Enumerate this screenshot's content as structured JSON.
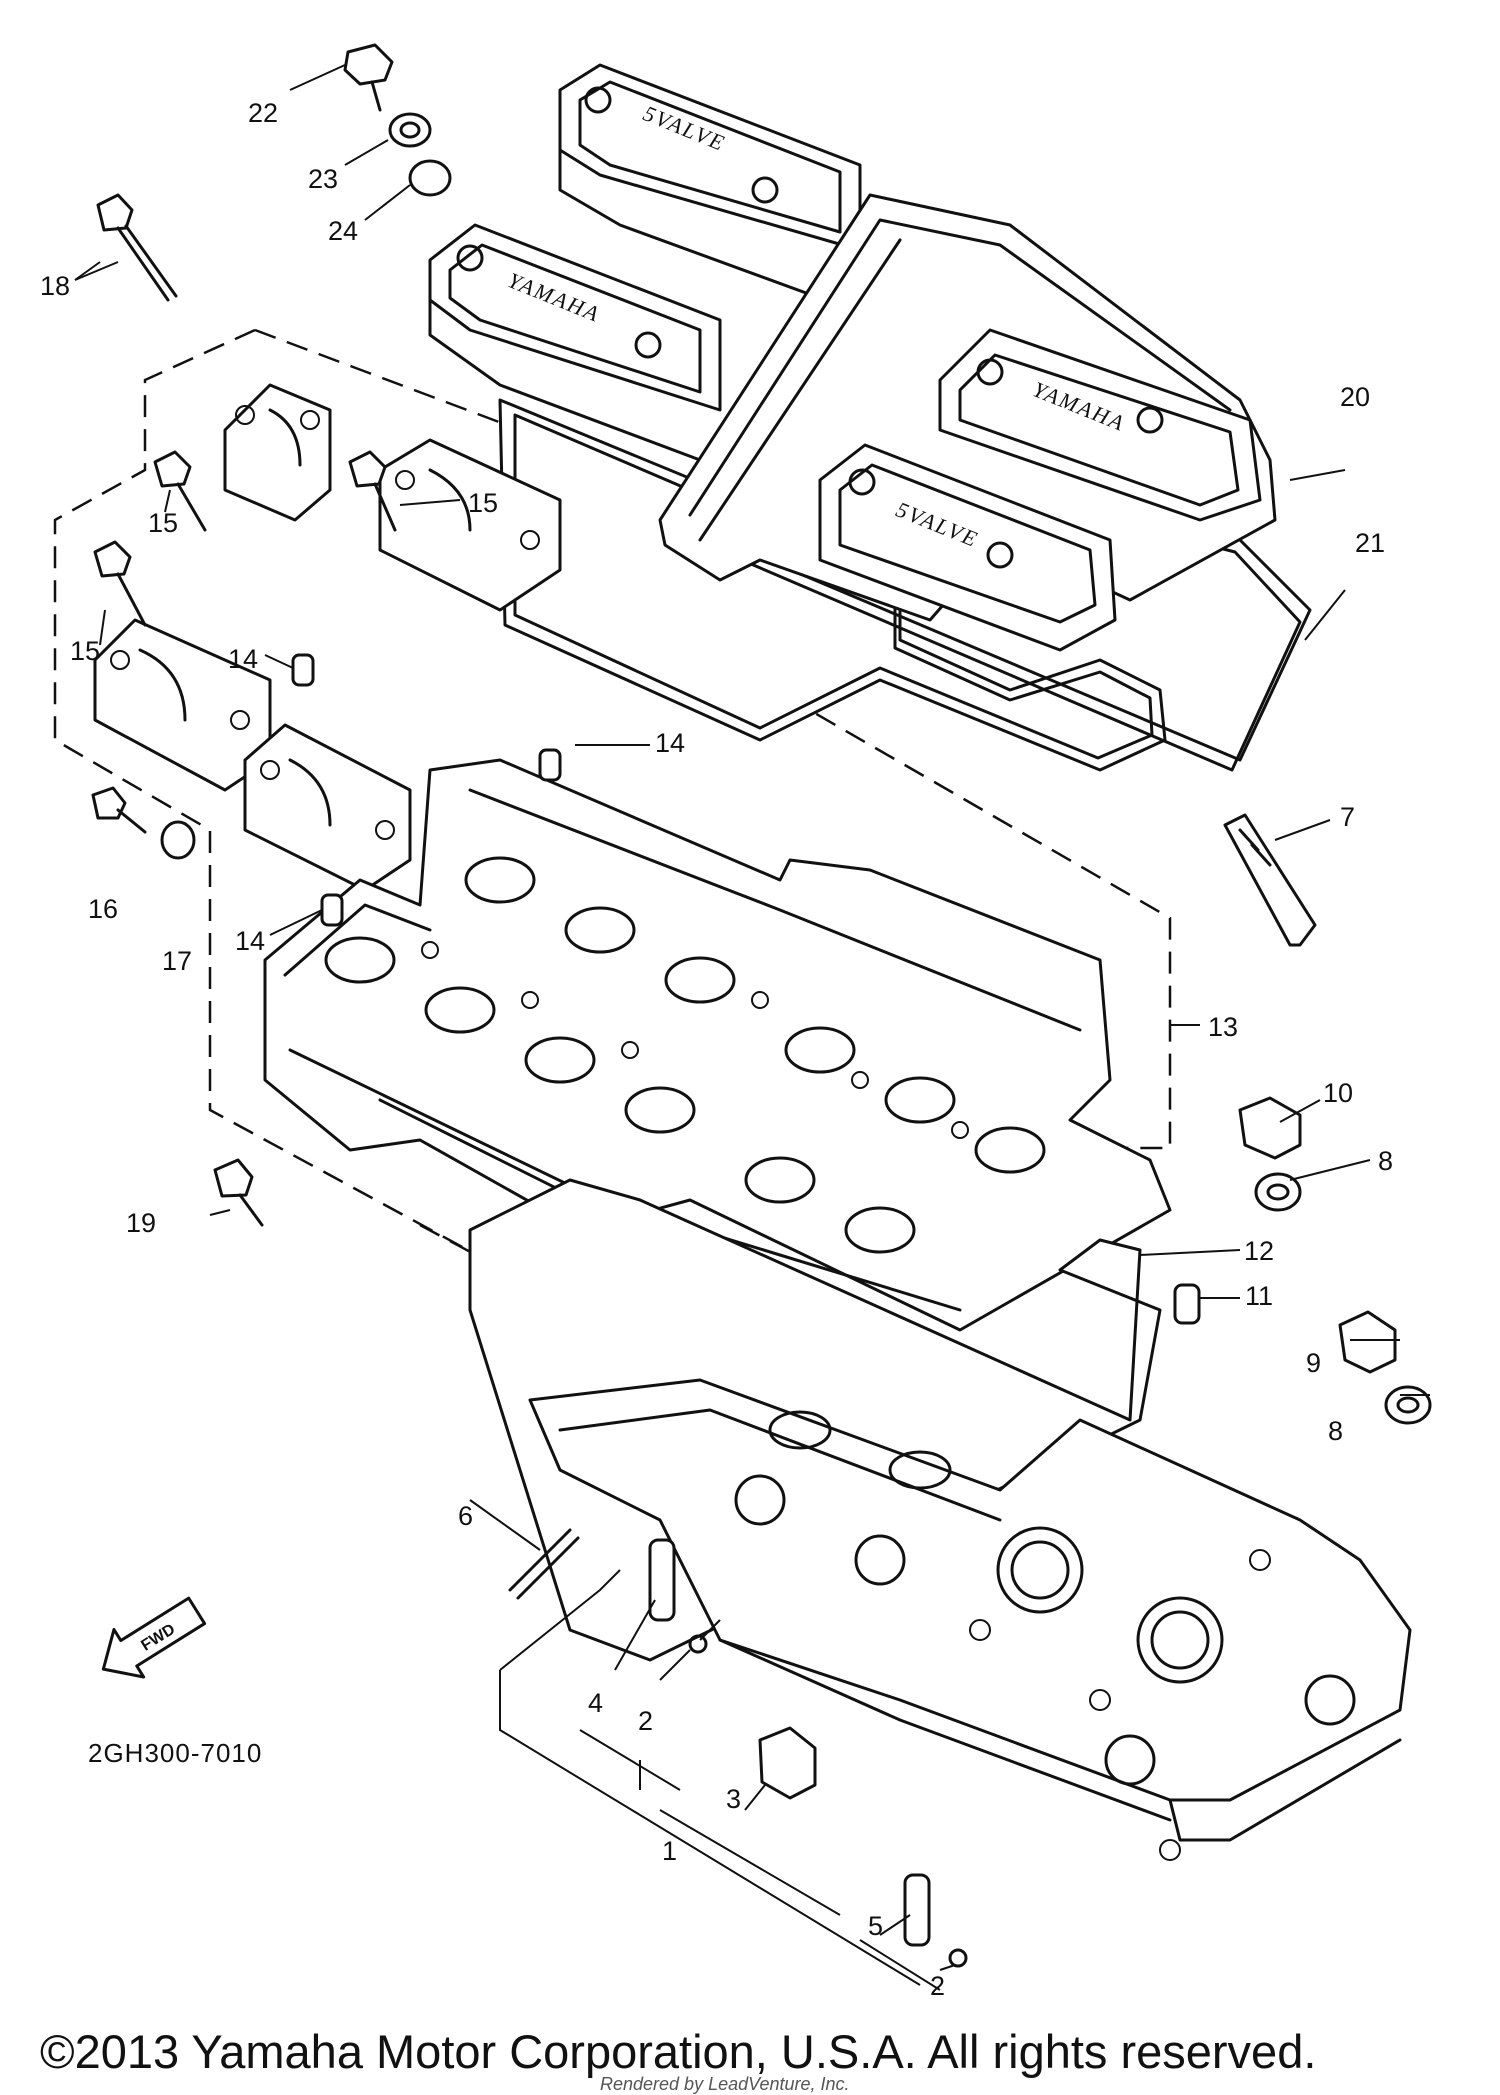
{
  "callouts": {
    "c1": "1",
    "c2a": "2",
    "c2b": "2",
    "c3": "3",
    "c4": "4",
    "c5": "5",
    "c6": "6",
    "c7": "7",
    "c8a": "8",
    "c8b": "8",
    "c9": "9",
    "c10": "10",
    "c11": "11",
    "c12": "12",
    "c13": "13",
    "c14a": "14",
    "c14b": "14",
    "c14c": "14",
    "c15a": "15",
    "c15b": "15",
    "c15c": "15",
    "c16": "16",
    "c17": "17",
    "c18": "18",
    "c19": "19",
    "c20": "20",
    "c21": "21",
    "c22": "22",
    "c23": "23",
    "c24": "24"
  },
  "badges": {
    "valve_front": "5VALVE",
    "yamaha_left": "YAMAHA",
    "yamaha_right": "YAMAHA",
    "valve_rear": "5VALVE"
  },
  "fwd_arrow": "FWD",
  "diagram_code": "2GH300-7010",
  "copyright": "©2013 Yamaha Motor Corporation, U.S.A. All rights reserved.",
  "watermark": "Rendered by LeadVenture, Inc.",
  "icons": {
    "fwd": "fwd-arrow-icon"
  }
}
